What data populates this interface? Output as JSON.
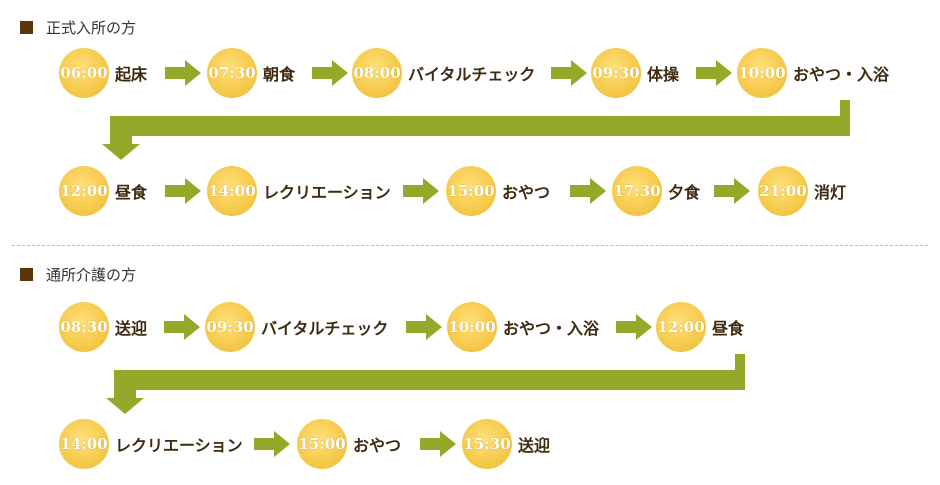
{
  "sections": [
    {
      "title": "正式入所の方",
      "row1": [
        {
          "time": "06:00",
          "label": "起床"
        },
        {
          "time": "07:30",
          "label": "朝食"
        },
        {
          "time": "08:00",
          "label": "バイタルチェック"
        },
        {
          "time": "09:30",
          "label": "体操"
        },
        {
          "time": "10:00",
          "label": "おやつ・入浴"
        }
      ],
      "row2": [
        {
          "time": "12:00",
          "label": "昼食"
        },
        {
          "time": "14:00",
          "label": "レクリエーション"
        },
        {
          "time": "15:00",
          "label": "おやつ"
        },
        {
          "time": "17:30",
          "label": "夕食"
        },
        {
          "time": "21:00",
          "label": "消灯"
        }
      ]
    },
    {
      "title": "通所介護の方",
      "row1": [
        {
          "time": "08:30",
          "label": "送迎"
        },
        {
          "time": "09:30",
          "label": "バイタルチェック"
        },
        {
          "time": "10:00",
          "label": "おやつ・入浴"
        },
        {
          "time": "12:00",
          "label": "昼食"
        }
      ],
      "row2": [
        {
          "time": "14:00",
          "label": "レクリエーション"
        },
        {
          "time": "15:00",
          "label": "おやつ"
        },
        {
          "time": "15:30",
          "label": "送迎"
        }
      ]
    }
  ],
  "colors": {
    "arrow": "#96a82a",
    "circle": "#f5c94a",
    "text": "#3d2a10",
    "square": "#5a3708"
  }
}
